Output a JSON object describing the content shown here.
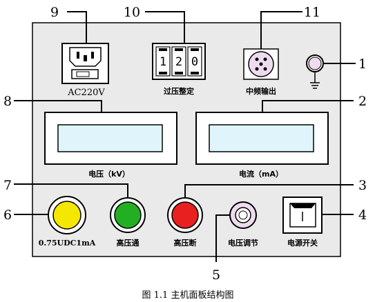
{
  "caption": "图 1.1  主机面板结构图",
  "callouts": [
    "1",
    "2",
    "3",
    "4",
    "5",
    "6",
    "7",
    "8",
    "9",
    "10",
    "11"
  ],
  "components": {
    "power_socket": {
      "label": "AC220V"
    },
    "overvoltage_setting": {
      "label": "过压整定",
      "digits": [
        "1",
        "2",
        "0"
      ]
    },
    "mid_freq_output": {
      "label": "中频输出"
    },
    "voltage_meter": {
      "label": "电压（kV）"
    },
    "current_meter": {
      "label": "电流（mA）"
    },
    "dc_indicator": {
      "label": "0.75UDC1mA",
      "color": "#f5e800"
    },
    "hv_on_button": {
      "label": "高压通",
      "color": "#22b022"
    },
    "hv_off_button": {
      "label": "高压断",
      "color": "#e82020"
    },
    "voltage_adjust": {
      "label": "电压调节"
    },
    "power_switch": {
      "label": "电源开关"
    }
  },
  "colors": {
    "panel": "#eaeaea",
    "lcd": "#dff5fb",
    "knob_inner": "#eedcee"
  }
}
